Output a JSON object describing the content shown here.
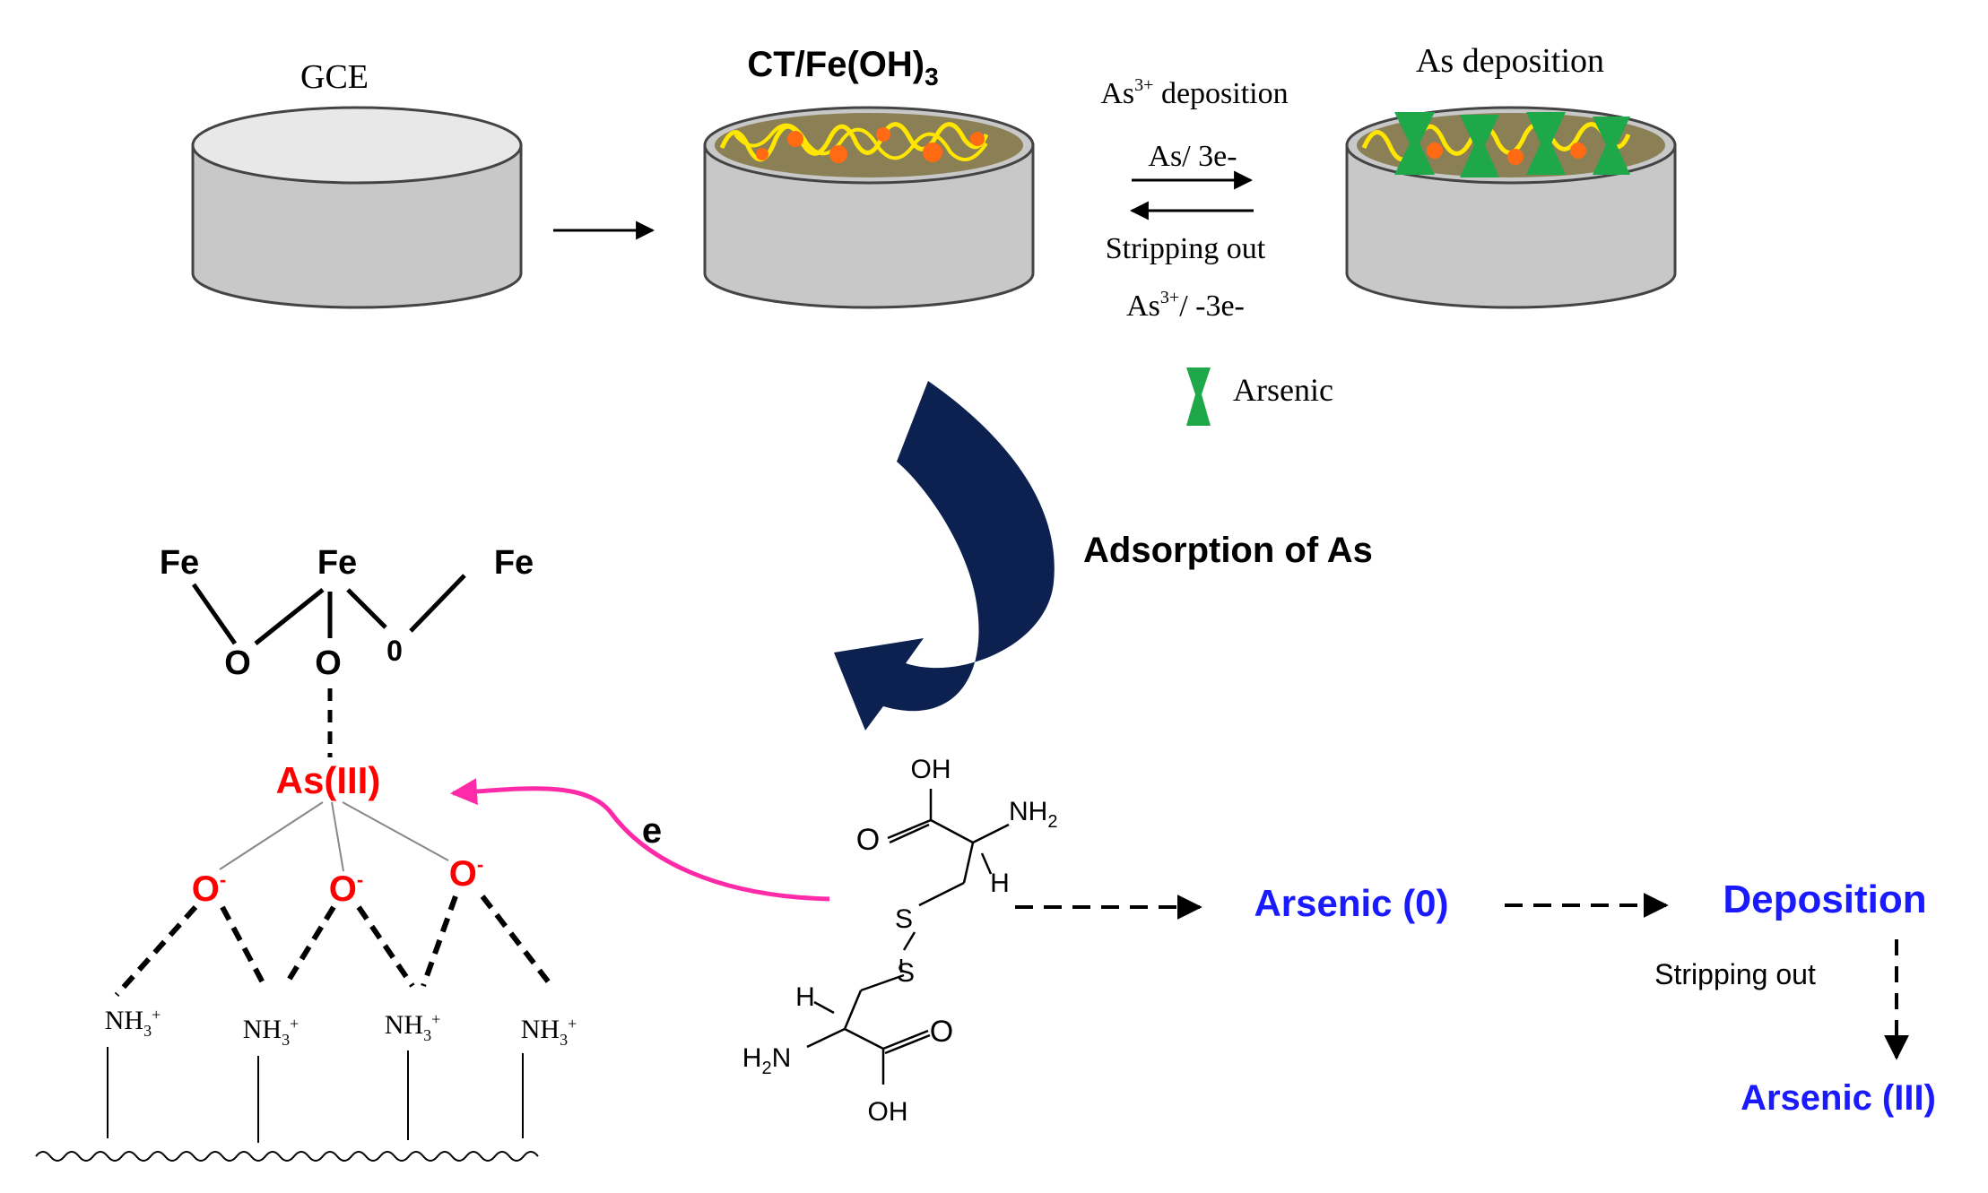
{
  "labels": {
    "gce": "GCE",
    "ct_fe": "CT/Fe(OH)",
    "ct_fe_sub": "3",
    "as_deposition_title": "As deposition",
    "as3_deposition_pre": "As",
    "as3_deposition_sup": "3+",
    "as3_deposition_post": " deposition",
    "as_3e": "As/ 3e-",
    "stripping_out_top": "Stripping out",
    "as3_minus_pre": "As",
    "as3_minus_sup": "3+",
    "as3_minus_post": "/ -3e-",
    "arsenic_legend": "Arsenic",
    "adsorption": "Adsorption of As",
    "fe_left": "Fe",
    "fe_mid": "Fe",
    "fe_right": "Fe",
    "o_left": "O",
    "o_mid": "O",
    "o_right": "0",
    "as_iii": "As(III)",
    "o_minus": "O",
    "minus": "-",
    "nh3": "NH",
    "nh3_sub": "3",
    "nh3_sup": "+",
    "electron": "e",
    "oh": "OH",
    "o_dbl": "O",
    "nh2": "NH",
    "nh2_sub": "2",
    "h": "H",
    "s": "S",
    "h2n_h": "H",
    "h2n_sub": "2",
    "h2n_n": "N",
    "arsenic_0": "Arsenic (0)",
    "deposition": "Deposition",
    "stripping_out_bottom": "Stripping out",
    "arsenic_iii": "Arsenic (III)"
  },
  "colors": {
    "cylinder_side": "#c8c8c8",
    "cylinder_top": "#e8e8e8",
    "film": "#8a7f55",
    "fiber": "#ffe600",
    "particle": "#ff6a13",
    "arsenic": "#1ea84a",
    "navy_arrow": "#0d2151",
    "red": "#ff0000",
    "blue": "#1a1aff",
    "magenta": "#ff2aa8"
  }
}
